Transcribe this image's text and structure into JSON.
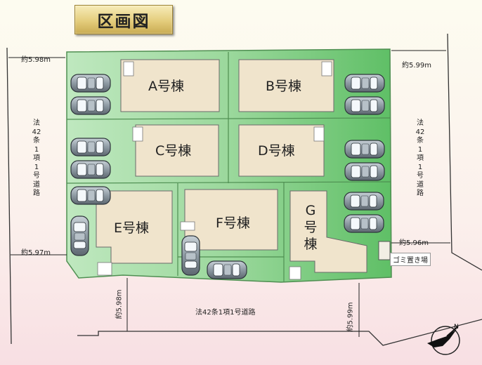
{
  "title": "区画図",
  "road_south": "法42条1項1号道路",
  "road_west": "法42条1項1号道路",
  "road_east": "法42条1項1号道路",
  "dimensions": {
    "nw_top": "約5.98m",
    "ne_top": "約5.99m",
    "west_mid": "約5.97m",
    "east_mid": "約5.96m",
    "south_left": "約5.98m",
    "south_right": "約5.99m"
  },
  "units": {
    "A": "A号棟",
    "B": "B号棟",
    "C": "C号棟",
    "D": "D号棟",
    "E": "E号棟",
    "F": "F号棟",
    "G": "G号棟"
  },
  "garbage": "ゴミ置き場",
  "colors": {
    "lot_fill": "#9ed99e",
    "lot_edge": "#5cb45e",
    "house_fill": "#f0e4cc",
    "road_fill": "#ffffff",
    "car_body": "#8e9aa3"
  },
  "compass_icon": "north-arrow-icon"
}
